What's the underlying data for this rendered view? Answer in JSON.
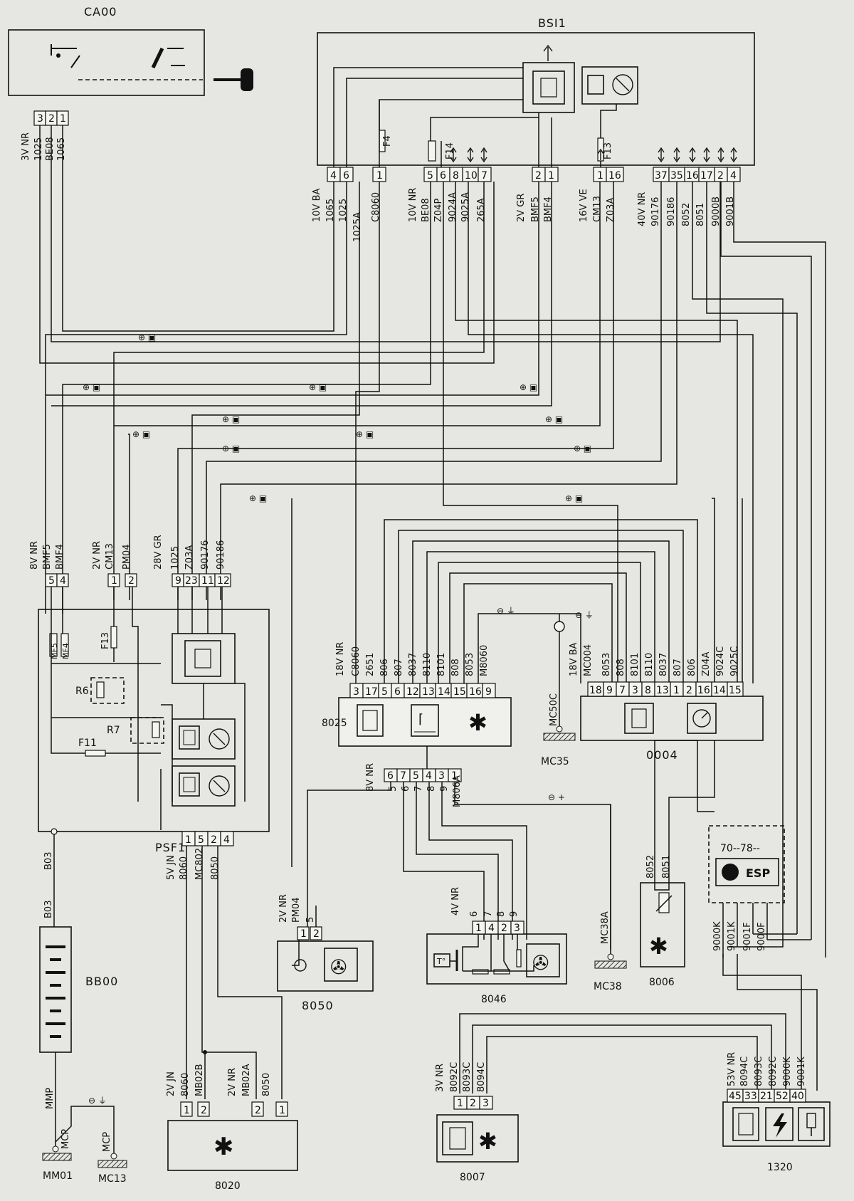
{
  "components": {
    "ca00": {
      "name": "CA00",
      "pins": [
        "3",
        "2",
        "1"
      ],
      "label": "3V NR",
      "wires": [
        "1025",
        "BE08",
        "1065"
      ]
    },
    "bsi1": {
      "name": "BSI1",
      "fuses": {
        "f4": "F4",
        "f14": "F14",
        "f13": "F13"
      },
      "groups": [
        {
          "label": "10V BA",
          "pins": [
            "4",
            "6",
            "1"
          ],
          "wires": [
            "1065",
            "1025",
            "1025A",
            "C8060"
          ]
        },
        {
          "label": "10V NR",
          "pins": [
            "5",
            "6",
            "8",
            "10",
            "7"
          ],
          "wires": [
            "BE08",
            "Z04P",
            "9024A",
            "9025A",
            "265A"
          ]
        },
        {
          "label": "2V GR",
          "pins": [
            "2",
            "1"
          ],
          "wires": [
            "BMF5",
            "BMF4"
          ]
        },
        {
          "label": "16V VE",
          "pins": [
            "1",
            "16"
          ],
          "wires": [
            "CM13",
            "Z03A"
          ]
        },
        {
          "label": "40V NR",
          "pins": [
            "37",
            "35",
            "16",
            "17",
            "2",
            "4"
          ],
          "wires": [
            "90176",
            "90186",
            "8052",
            "8051",
            "9000B",
            "9001B"
          ]
        }
      ]
    },
    "psf1": {
      "name": "PSF1",
      "fuses": {
        "mf5": "MF5",
        "mf4": "MF4",
        "f13": "F13",
        "f11": "F11"
      },
      "relays": {
        "r6": "R6",
        "r7": "R7"
      },
      "top_groups": [
        {
          "label": "8V NR",
          "pins": [
            "5",
            "4"
          ],
          "wires": [
            "BMF5",
            "BMF4"
          ]
        },
        {
          "label": "2V NR",
          "pins": [
            "1",
            "2"
          ],
          "wires": [
            "CM13",
            "PM04"
          ]
        },
        {
          "label": "28V GR",
          "pins": [
            "9",
            "23",
            "11",
            "12"
          ],
          "wires": [
            "1025",
            "Z03A",
            "90176",
            "90186"
          ]
        }
      ],
      "bottom_group": {
        "label": "5V JN",
        "pins": [
          "1",
          "5",
          "2",
          "4"
        ],
        "wires": [
          "8060",
          "MC802",
          "8050"
        ]
      }
    },
    "c8025": {
      "name": "8025",
      "top": {
        "label": "18V NR",
        "pins": [
          "3",
          "17",
          "5",
          "6",
          "12",
          "13",
          "14",
          "15",
          "16",
          "9"
        ],
        "wires": [
          "C8060",
          "2651",
          "806",
          "807",
          "8037",
          "8110",
          "8101",
          "808",
          "8053",
          "M8060"
        ]
      },
      "bottom": {
        "label": "8V NR",
        "pins": [
          "6",
          "7",
          "5",
          "4",
          "3",
          "1"
        ],
        "wires": [
          "5",
          "6",
          "7",
          "8",
          "9",
          "M806A"
        ]
      }
    },
    "c0004": {
      "name": "0004",
      "label": "18V BA",
      "pins": [
        "18",
        "9",
        "7",
        "3",
        "8",
        "13",
        "1",
        "2",
        "16",
        "14",
        "15"
      ],
      "wires": [
        "MC004",
        "8053",
        "808",
        "8101",
        "8110",
        "8037",
        "807",
        "806",
        "Z04A",
        "9024C",
        "9025C"
      ]
    },
    "c8050": {
      "name": "8050",
      "label": "2V NR",
      "pins": [
        "1",
        "2"
      ],
      "wires": [
        "PM04",
        "5"
      ]
    },
    "c8046": {
      "name": "8046",
      "label": "4V NR",
      "pins": [
        "1",
        "4",
        "2",
        "3"
      ],
      "wires": [
        "6",
        "7",
        "8",
        "9"
      ]
    },
    "c8006": {
      "name": "8006",
      "wires": [
        "8052",
        "8051"
      ]
    },
    "c8020": {
      "name": "8020",
      "groups": [
        {
          "label": "2V JN",
          "pins": [
            "1",
            "2"
          ],
          "wires": [
            "8060",
            "MB02B"
          ]
        },
        {
          "label": "2V NR",
          "pins": [
            "2",
            "1"
          ],
          "wires": [
            "MB02A",
            "8050"
          ]
        }
      ]
    },
    "c8007": {
      "name": "8007",
      "label": "3V NR",
      "pins": [
        "1",
        "2",
        "3"
      ],
      "wires": [
        "8092C",
        "8093C",
        "8094C"
      ]
    },
    "c1320": {
      "name": "1320",
      "label": "53V NR",
      "pins": [
        "45",
        "33",
        "21",
        "52",
        "40"
      ],
      "wires": [
        "8094C",
        "8093C",
        "8092C",
        "9000K",
        "9001K"
      ]
    },
    "bb00": {
      "name": "BB00",
      "wires": [
        "B03",
        "B03"
      ]
    },
    "esp": {
      "option": "70--78--",
      "badge": "ESP",
      "wires": [
        "9000K",
        "9001K",
        "9001F",
        "9000F"
      ]
    }
  },
  "grounds": {
    "mm01": {
      "name": "MM01",
      "wire": "MMP"
    },
    "mc13": {
      "name": "MC13",
      "wire": "MCP"
    },
    "mcp_wire": "MCP",
    "mc35": {
      "name": "MC35",
      "wire": "MC50C"
    },
    "mc38": {
      "name": "MC38",
      "wire": "MC38A"
    }
  },
  "connection_mark": "⊕ ▣",
  "ground_mark": "⊖ ⏚",
  "ground_mark_alt": "⊖ +"
}
